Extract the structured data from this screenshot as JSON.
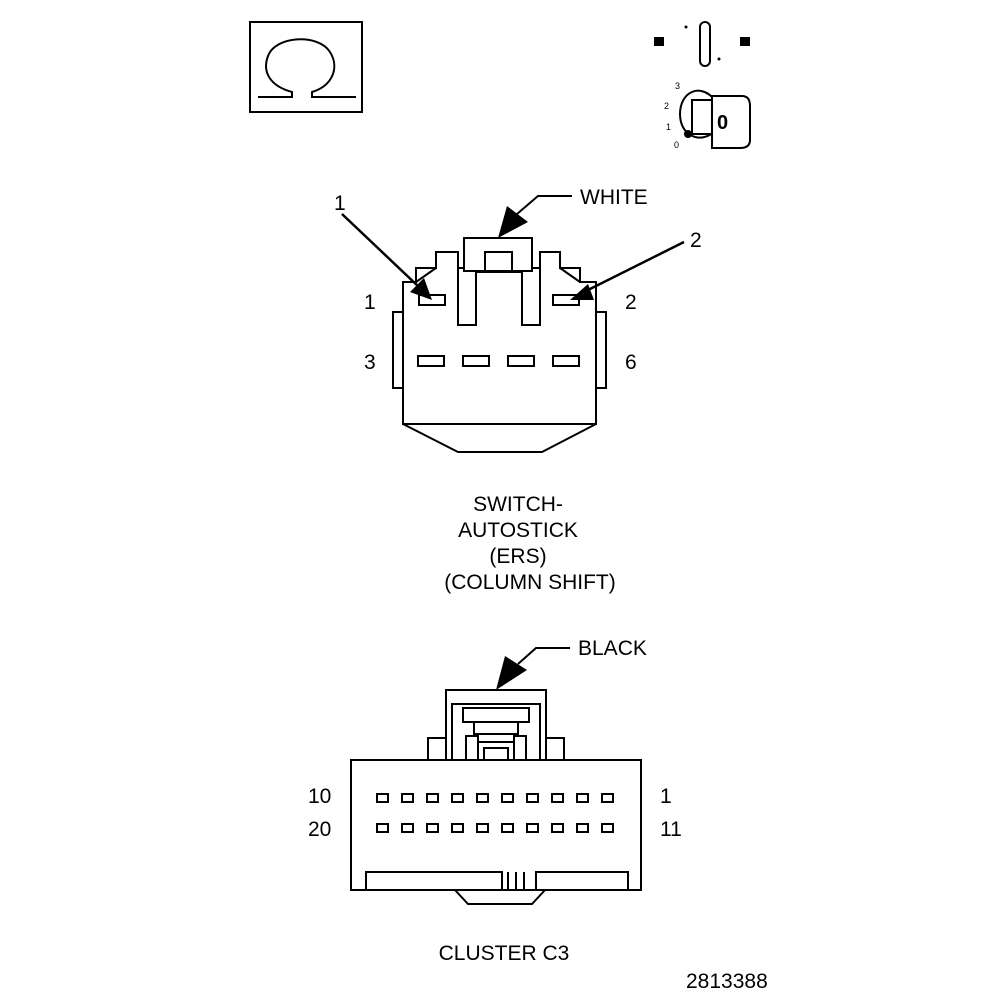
{
  "icons": {
    "ohm_symbol": "ohm-icon",
    "ignition": "ignition-key-icon",
    "ignition_positions": [
      "3",
      "2",
      "1",
      "0"
    ],
    "key_label": "0"
  },
  "switch_connector": {
    "color_label": "WHITE",
    "callouts": [
      "1",
      "2"
    ],
    "pin_labels": {
      "top_left": "1",
      "top_right": "2",
      "bottom_left": "3",
      "bottom_right": "6"
    },
    "caption_lines": [
      "SWITCH-",
      "AUTOSTICK",
      "(ERS)",
      "(COLUMN SHIFT)"
    ]
  },
  "cluster_connector": {
    "color_label": "BLACK",
    "pin_labels": {
      "row1_left": "10",
      "row1_right": "1",
      "row2_left": "20",
      "row2_right": "11"
    },
    "caption": "CLUSTER C3"
  },
  "figure_number": "2813388"
}
